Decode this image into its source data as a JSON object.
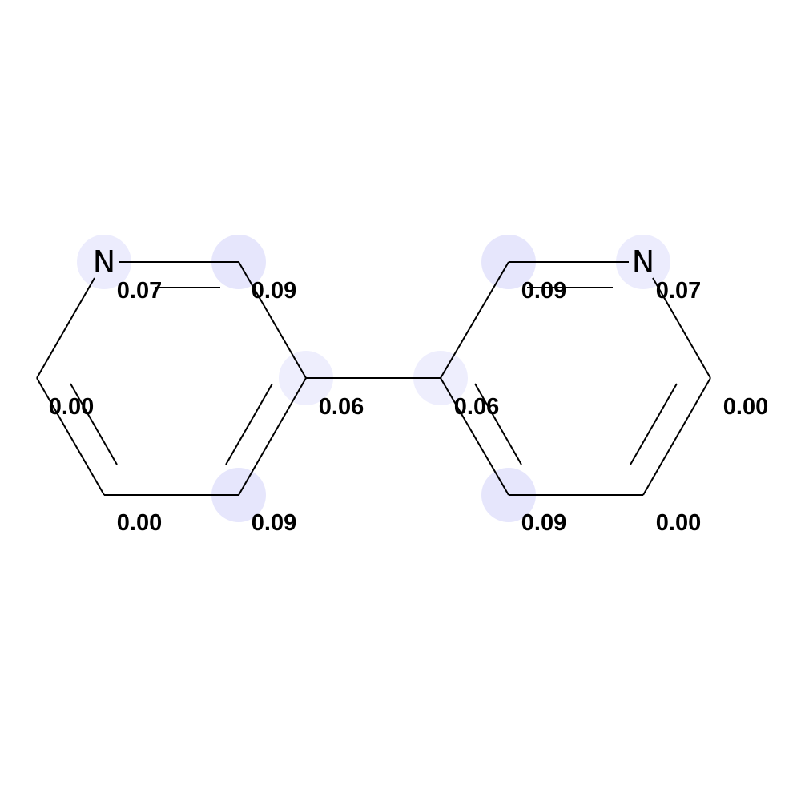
{
  "molecule": {
    "highlight_color": "#8080f0",
    "atoms": [
      {
        "id": "a0",
        "element": "N",
        "value": "0.07",
        "weight": 0.07
      },
      {
        "id": "a1",
        "element": "C",
        "value": "0.09",
        "weight": 0.09
      },
      {
        "id": "a2",
        "element": "C",
        "value": "0.06",
        "weight": 0.06
      },
      {
        "id": "a3",
        "element": "C",
        "value": "0.09",
        "weight": 0.09
      },
      {
        "id": "a4",
        "element": "C",
        "value": "0.00",
        "weight": 0.0
      },
      {
        "id": "a5",
        "element": "C",
        "value": "0.00",
        "weight": 0.0
      },
      {
        "id": "a6",
        "element": "C",
        "value": "0.06",
        "weight": 0.06
      },
      {
        "id": "a7",
        "element": "C",
        "value": "0.09",
        "weight": 0.09
      },
      {
        "id": "a8",
        "element": "N",
        "value": "0.07",
        "weight": 0.07
      },
      {
        "id": "a9",
        "element": "C",
        "value": "0.00",
        "weight": 0.0
      },
      {
        "id": "a10",
        "element": "C",
        "value": "0.00",
        "weight": 0.0
      },
      {
        "id": "a11",
        "element": "C",
        "value": "0.09",
        "weight": 0.09
      }
    ]
  }
}
